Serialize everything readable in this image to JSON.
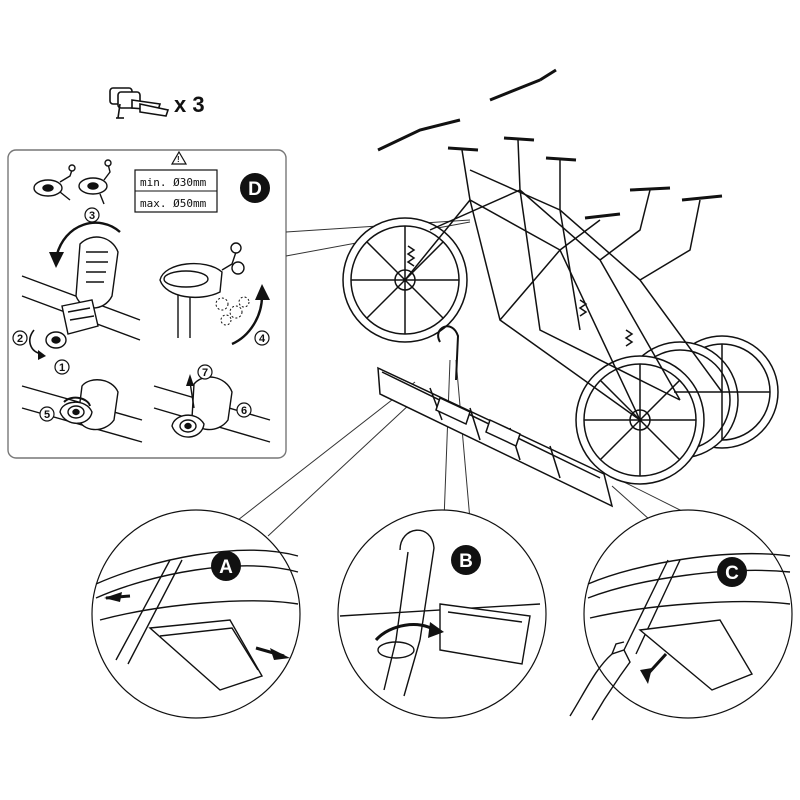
{
  "keys": {
    "label": "x 3",
    "icon": "key-icon"
  },
  "warning": {
    "icon": "warning-triangle-icon",
    "min_text": "min. Ø30mm",
    "max_text": "max. Ø50mm"
  },
  "panel_d": {
    "letter": "D",
    "steps": [
      "1",
      "2",
      "3",
      "4",
      "5",
      "6",
      "7"
    ]
  },
  "details": [
    {
      "letter": "A"
    },
    {
      "letter": "B"
    },
    {
      "letter": "C"
    }
  ],
  "colors": {
    "line": "#111111",
    "label_fill": "#111111",
    "panel_border": "#777777"
  }
}
